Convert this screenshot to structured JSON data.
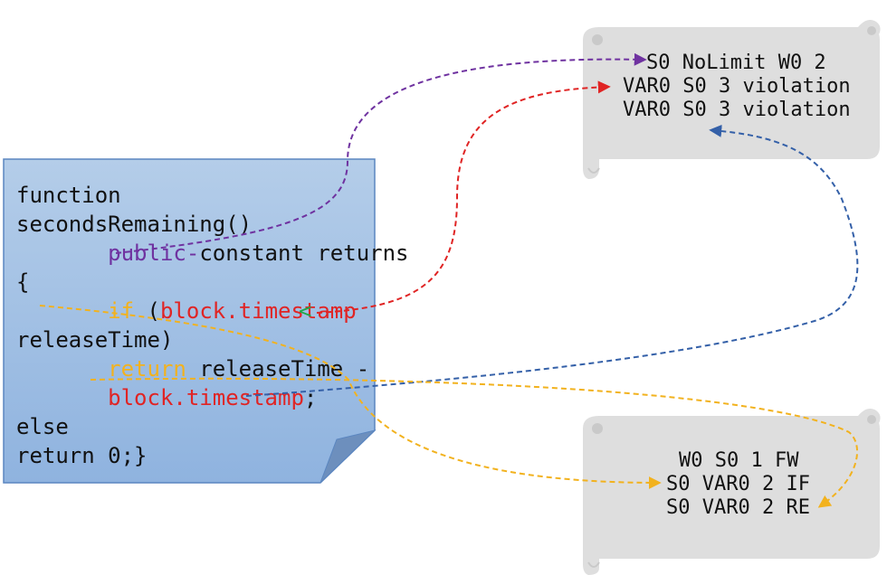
{
  "colors": {
    "note_top": "#b4cde9",
    "note_bottom": "#8fb3df",
    "note_border": "#5b86c0",
    "scroll_fill": "#dedede",
    "scroll_shade": "#c9c9c9",
    "purple": "#6f32a0",
    "red": "#e02424",
    "orange": "#f2b21e",
    "blue": "#3460a8",
    "green": "#1fa84a",
    "black": "#111111"
  },
  "code": {
    "line1": "function",
    "line2": "secondsRemaining()",
    "line3_public": "public",
    "line3_dash": "-",
    "line3_rest": "constant returns",
    "line4": "{",
    "line5_if": "if",
    "line5_paren": " (",
    "line5_ts": "block.timestamp",
    "line5_lt": "<",
    "line6": "releaseTime)",
    "line7_return": "return",
    "line7_rest": " releaseTime -",
    "line8_ts": "block.timestamp",
    "line8_semi": ";",
    "line9": "else",
    "line10": "return 0;}"
  },
  "scroll_top": {
    "lines": [
      "S0 NoLimit W0 2",
      "VAR0 S0 3 violation",
      "VAR0 S0 3 violation"
    ]
  },
  "scroll_bottom": {
    "lines": [
      "W0 S0 1 FW",
      "S0 VAR0 2 IF",
      "S0 VAR0 2 RE"
    ]
  }
}
